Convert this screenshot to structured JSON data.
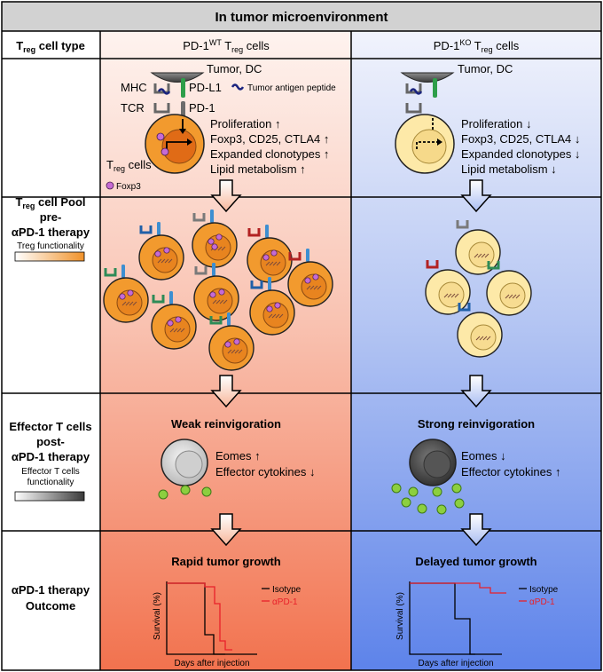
{
  "header": {
    "title": "In tumor microenvironment"
  },
  "columns": {
    "row_header": {
      "label_main": "T",
      "label_sub": "reg",
      "label_rest": " cell type"
    },
    "wt": {
      "prefix": "PD-1",
      "sup": "WT",
      "mid": " T",
      "sub": "reg",
      "suffix": " cells"
    },
    "ko": {
      "prefix": "PD-1",
      "sup": "KO",
      "mid": " T",
      "sub": "reg",
      "suffix": " cells"
    }
  },
  "rows": {
    "pool": {
      "line1_main": "T",
      "line1_sub": "reg",
      "line1_rest": " cell Pool",
      "line2": "pre-",
      "line3": "αPD-1 therapy",
      "legend": "Treg functionality"
    },
    "effector": {
      "line1": "Effector T cells",
      "line2": "post-",
      "line3": "αPD-1 therapy",
      "legend1": "Effector T cells",
      "legend2": "functionality"
    },
    "outcome": {
      "line1": "αPD-1 therapy",
      "line2": "Outcome"
    }
  },
  "wt_panel": {
    "tumor_dc": "Tumor, DC",
    "mhc": "MHC",
    "pdl1": "PD-L1",
    "antigen": "Tumor antigen peptide",
    "tcr": "TCR",
    "pd1": "PD-1",
    "treg_main": "T",
    "treg_sub": "reg",
    "treg_rest": " cells",
    "foxp3_legend": "Foxp3",
    "effects": [
      "Proliferation ↑",
      "Foxp3, CD25, CTLA4 ↑",
      "Expanded clonotypes ↑",
      "Lipid metabolism ↑"
    ],
    "reinvigoration": "Weak reinvigoration",
    "markers": [
      "Eomes ↑",
      "Effector cytokines ↓"
    ],
    "outcome_title": "Rapid tumor growth"
  },
  "ko_panel": {
    "tumor_dc": "Tumor, DC",
    "effects": [
      "Proliferation ↓",
      "Foxp3, CD25, CTLA4 ↓",
      "Expanded clonotypes ↓",
      "Lipid metabolism ↓"
    ],
    "reinvigoration": "Strong reinvigoration",
    "markers": [
      "Eomes ↓",
      "Effector cytokines ↑"
    ],
    "outcome_title": "Delayed tumor growth"
  },
  "survival_plots": {
    "ylabel": "Survival (%)",
    "xlabel": "Days after injection",
    "legend": [
      "Isotype",
      "αPD-1"
    ]
  },
  "colors": {
    "treg_wt": "#f29a2e",
    "treg_ko": "#fde9a8",
    "foxp3": "#c66bd4",
    "isotype": "#000000",
    "apd1": "#e8202a",
    "tcr_green": "#2e8b57",
    "tcr_red": "#b22222",
    "tcr_blue": "#1f5fa8",
    "tcr_gray": "#7a7a7a"
  }
}
